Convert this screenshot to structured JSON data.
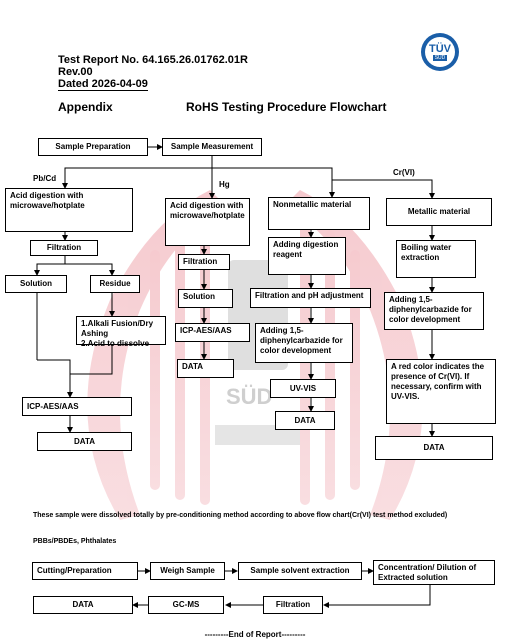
{
  "header": {
    "report_no": "Test Report No. 64.165.26.01762.01R",
    "rev": "Rev.00",
    "dated": "Dated 2026-04-09",
    "logo_text": "TÜV",
    "logo_sub": "SÜD",
    "appendix": "Appendix",
    "title": "RoHS Testing Procedure Flowchart"
  },
  "watermark": {
    "text": "SÜD"
  },
  "flow1": {
    "sample_prep": "Sample Preparation",
    "sample_meas": "Sample Measurement",
    "label_pbcd": "Pb/Cd",
    "label_hg": "Hg",
    "label_cr": "Cr(VI)",
    "pb_acid": "Acid digestion with microwave/hotplate",
    "pb_filtration": "Filtration",
    "pb_solution": "Solution",
    "pb_residue": "Residue",
    "pb_alkali": "1.Alkali Fusion/Dry Ashing\n2.Acid to dissolve",
    "pb_icp": "ICP-AES/AAS",
    "pb_data": "DATA",
    "hg_acid": "Acid digestion with microwave/hotplate",
    "hg_filtration": "Filtration",
    "hg_solution": "Solution",
    "hg_icp": "ICP-AES/AAS",
    "hg_data": "DATA",
    "cr_nonmetal": "Nonmetallic material",
    "cr_adding_reagent": "Adding digestion reagent",
    "cr_filt_ph": "Filtration and pH adjustment",
    "cr_adding_dpc": "Adding 1,5-diphenylcarbazide for color development",
    "cr_uvvis": "UV-VIS",
    "cr_data": "DATA",
    "cr_metal": "Metallic material",
    "cr_boiling": "Boiling water extraction",
    "cr_adding_dpc2": "Adding 1,5-diphenylcarbazide for color development",
    "cr_red": "A red color indicates the presence of Cr(VI). If necessary, confirm with UV-VIS.",
    "cr_data2": "DATA"
  },
  "note": "These sample were dissolved totally by pre-conditioning method according to above flow chart(Cr(VI) test method excluded)",
  "flow2": {
    "label": "PBBs/PBDEs, Phthalates",
    "cutting": "Cutting/Preparation",
    "weigh": "Weigh Sample",
    "solvent": "Sample solvent extraction",
    "concentration": "Concentration/ Dilution of Extracted solution",
    "filtration": "Filtration",
    "gcms": "GC-MS",
    "data": "DATA"
  },
  "footer": "---------End of Report---------"
}
